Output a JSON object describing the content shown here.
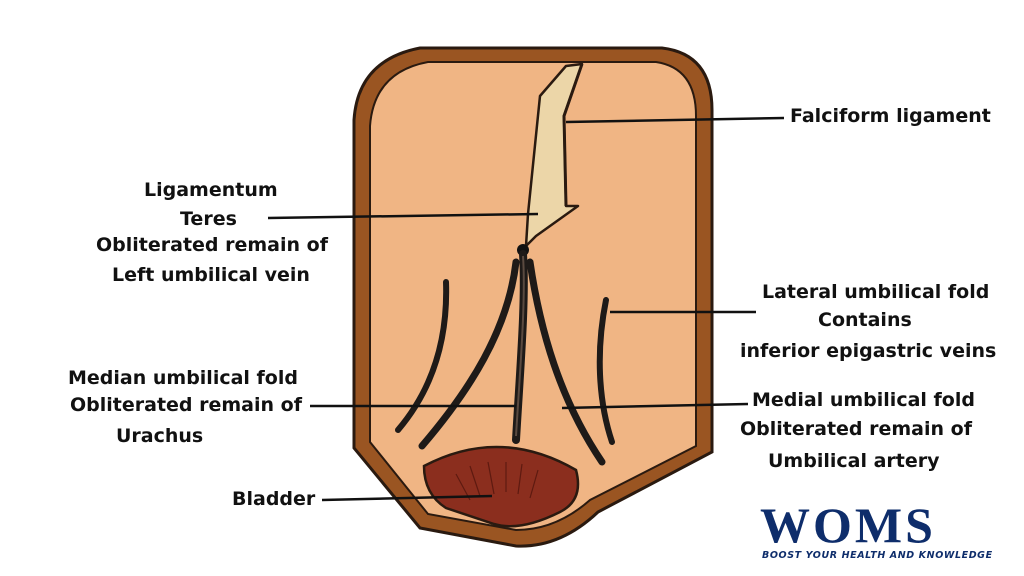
{
  "diagram": {
    "labels": {
      "falciform": "Falciform ligament",
      "ligamentum_line1": "Ligamentum",
      "ligamentum_line2": "Teres",
      "ligamentum_line3": "Obliterated remain of",
      "ligamentum_line4": "Left umbilical vein",
      "lateral_line1": "Lateral umbilical fold",
      "lateral_line2": "Contains",
      "lateral_line3": "inferior epigastric veins",
      "median_line1": "Median umbilical fold",
      "median_line2": "Obliterated remain of",
      "median_line3": "Urachus",
      "medial_line1": "Medial umbilical fold",
      "medial_line2": "Obliterated remain of",
      "medial_line3": "Umbilical artery",
      "bladder": "Bladder"
    },
    "colors": {
      "wall_fill": "#f0b584",
      "wall_outline": "#8a4b1c",
      "ligament_fill": "#ecd6a8",
      "fold_stroke": "#1e1a18",
      "bladder_fill": "#8b2e1e"
    }
  },
  "logo": {
    "word": "WOMS",
    "tagline": "BOOST YOUR HEALTH AND KNOWLEDGE",
    "brand_color": "#0e2d6b"
  }
}
